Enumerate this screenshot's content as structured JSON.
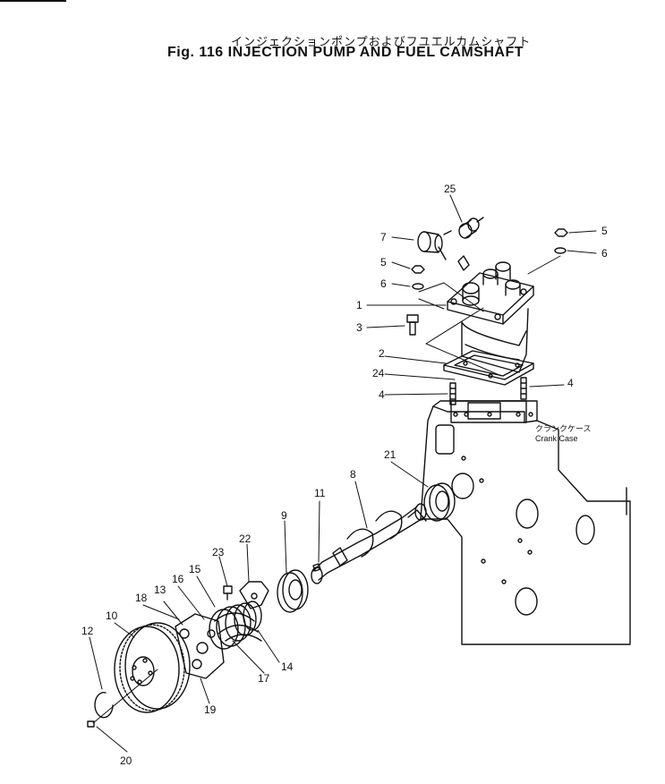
{
  "title_jp": "インジェクションポンプおよびフユエルカムシャフト",
  "title_en": "Fig. 116 INJECTION PUMP AND FUEL CAMSHAFT",
  "case_label_jp": "クランクケース",
  "case_label_en": "Crank Case",
  "callouts": [
    "25",
    "7",
    "5",
    "6",
    "5",
    "6",
    "1",
    "3",
    "2",
    "24",
    "4",
    "4",
    "21",
    "8",
    "11",
    "9",
    "22",
    "23",
    "15",
    "16",
    "13",
    "18",
    "10",
    "12",
    "17",
    "14",
    "19",
    "20"
  ]
}
